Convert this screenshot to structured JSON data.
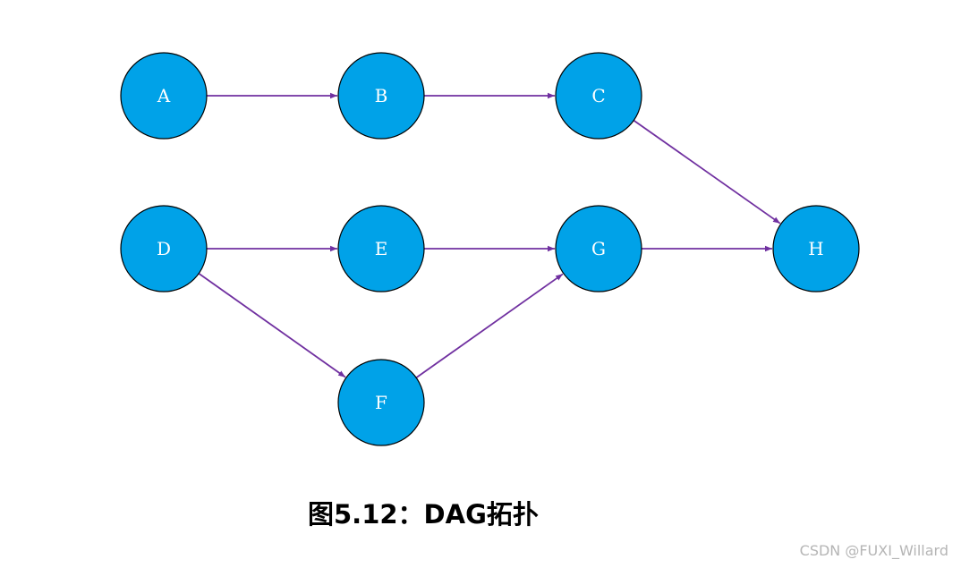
{
  "diagram": {
    "nodes": [
      {
        "id": "A",
        "label": "A"
      },
      {
        "id": "B",
        "label": "B"
      },
      {
        "id": "C",
        "label": "C"
      },
      {
        "id": "D",
        "label": "D"
      },
      {
        "id": "E",
        "label": "E"
      },
      {
        "id": "F",
        "label": "F"
      },
      {
        "id": "G",
        "label": "G"
      },
      {
        "id": "H",
        "label": "H"
      }
    ],
    "edges": [
      {
        "from": "A",
        "to": "B"
      },
      {
        "from": "B",
        "to": "C"
      },
      {
        "from": "C",
        "to": "H"
      },
      {
        "from": "D",
        "to": "E"
      },
      {
        "from": "D",
        "to": "F"
      },
      {
        "from": "E",
        "to": "G"
      },
      {
        "from": "F",
        "to": "G"
      },
      {
        "from": "G",
        "to": "H"
      }
    ]
  },
  "caption": "图5.12：DAG拓扑",
  "watermark": "CSDN @FUXI_Willard",
  "colors": {
    "node_fill": "#00a2e8",
    "node_stroke": "#000000",
    "edge": "#7030a0",
    "label": "#ffffff"
  }
}
